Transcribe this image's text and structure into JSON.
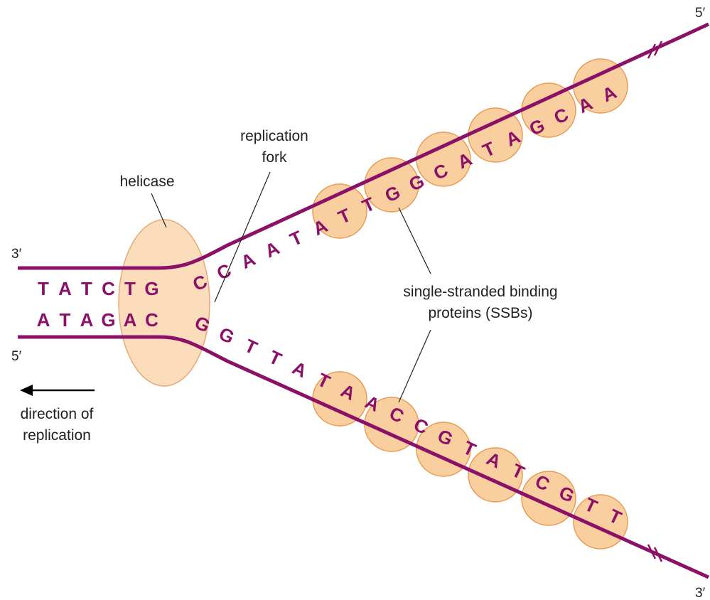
{
  "colors": {
    "strand": "#8b1068",
    "protein_fill": "#f9cf9f",
    "protein_stroke": "#e89a52",
    "helicase_fill": "#fbdcbb",
    "helicase_stroke": "#e8a978",
    "text": "#231f20"
  },
  "labels": {
    "helicase": "helicase",
    "fork_line1": "replication",
    "fork_line2": "fork",
    "ssb_line1": "single-stranded binding",
    "ssb_line2": "proteins (SSBs)",
    "direction_line1": "direction of",
    "direction_line2": "replication"
  },
  "strand_ends": {
    "top_left": "3′",
    "bottom_left": "5′",
    "top_right": "5′",
    "bottom_right": "3′"
  },
  "sequences": {
    "top_duplex": [
      "T",
      "A",
      "T",
      "C",
      "T",
      "G"
    ],
    "bottom_duplex": [
      "A",
      "T",
      "A",
      "G",
      "A",
      "C"
    ],
    "upper_fork": [
      "C",
      "C",
      "A",
      "A",
      "T",
      "A",
      "T",
      "T",
      "G",
      "G",
      "C",
      "A",
      "T",
      "A",
      "G",
      "C",
      "A",
      "A"
    ],
    "lower_fork": [
      "G",
      "G",
      "T",
      "T",
      "A",
      "T",
      "A",
      "A",
      "C",
      "C",
      "G",
      "T",
      "A",
      "T",
      "C",
      "G",
      "T",
      "T"
    ]
  },
  "ssb_counts": {
    "upper": 6,
    "lower": 6
  }
}
